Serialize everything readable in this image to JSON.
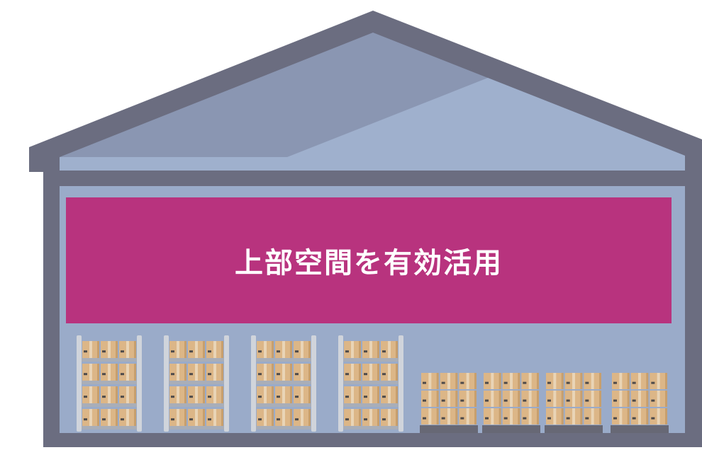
{
  "banner": {
    "text": "上部空間を有効活用"
  },
  "colors": {
    "frame": "#6b6d80",
    "roof_dark": "#8a96b2",
    "roof_light": "#9fb0cd",
    "interior": "#9aabc9",
    "banner": "#b8337e",
    "rack_post": "#d0d4db",
    "rack_beam": "#a9aeb8",
    "box": "#dcb687",
    "box_tape": "#e9d4b6",
    "box_shadow": "#c79f6d",
    "box_label": "#4e4b4b",
    "pallet": "#676875"
  },
  "scene": {
    "racks": [
      {
        "id": "rack-1",
        "levels": 4,
        "boxes_per_level": 3
      },
      {
        "id": "rack-2",
        "levels": 4,
        "boxes_per_level": 3
      },
      {
        "id": "rack-3",
        "levels": 4,
        "boxes_per_level": 3
      },
      {
        "id": "rack-4",
        "levels": 4,
        "boxes_per_level": 3
      }
    ],
    "pallet_stacks": [
      {
        "id": "stack-1",
        "rows": 3,
        "cols": 3
      },
      {
        "id": "stack-2",
        "rows": 3,
        "cols": 3
      },
      {
        "id": "stack-3",
        "rows": 3,
        "cols": 3
      },
      {
        "id": "stack-4",
        "rows": 3,
        "cols": 3
      }
    ]
  }
}
